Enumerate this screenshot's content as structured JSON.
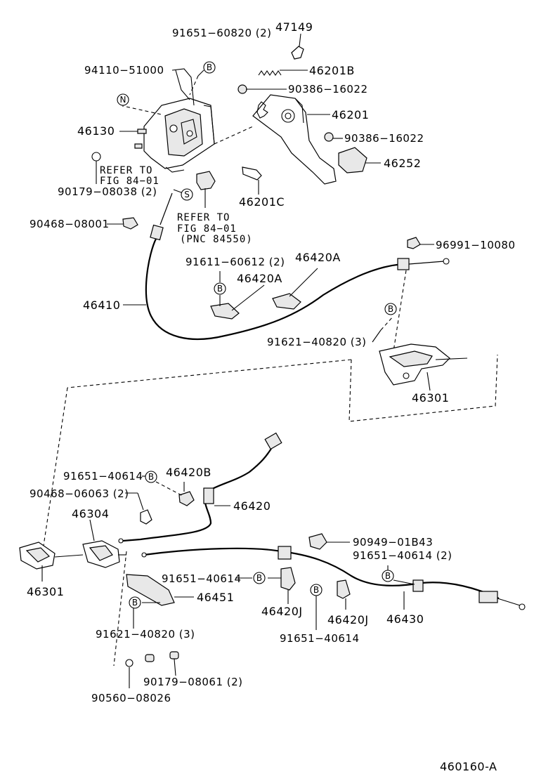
{
  "diagram": {
    "figure_code": "460160-A",
    "labels": {
      "p47149": "47149",
      "p91651_60820": "91651−60820 (2)",
      "p94110_51000": "94110−51000",
      "p46201B": "46201B",
      "p90386_16022_a": "90386−16022",
      "p46201": "46201",
      "p46130": "46130",
      "p90386_16022_b": "90386−16022",
      "p46252": "46252",
      "refer1_a": "REFER TO",
      "refer1_b": "FIG 84−01",
      "p90179_08038": "90179−08038 (2)",
      "p46201C": "46201C",
      "refer2_a": "REFER TO",
      "refer2_b": "FIG 84−01",
      "refer2_c": "(PNC 84550)",
      "p90468_08001": "90468−08001",
      "p96991_10080": "96991−10080",
      "p91611_60612": "91611−60612 (2)",
      "p46420A_a": "46420A",
      "p46420A_b": "46420A",
      "p46410": "46410",
      "p91621_40820_top": "91621−40820 (3)",
      "p46301_top": "46301",
      "p91651_40614_a": "91651−40614",
      "p46420B": "46420B",
      "p90468_06063": "90468−06063 (2)",
      "p46420": "46420",
      "p46304": "46304",
      "p90949_01B43": "90949−01B43",
      "p91651_40614_2": "91651−40614 (2)",
      "p46301_bot": "46301",
      "p91651_40614_b": "91651−40614",
      "p46451": "46451",
      "p46420J_a": "46420J",
      "p46420J_b": "46420J",
      "p46430": "46430",
      "p91621_40820_bot": "91621−40820 (3)",
      "p91651_40614_c": "91651−40614",
      "p90179_08061": "90179−08061 (2)",
      "p90560_08026": "90560−08026"
    },
    "callouts": {
      "B": "B",
      "N": "N",
      "S": "S"
    }
  }
}
